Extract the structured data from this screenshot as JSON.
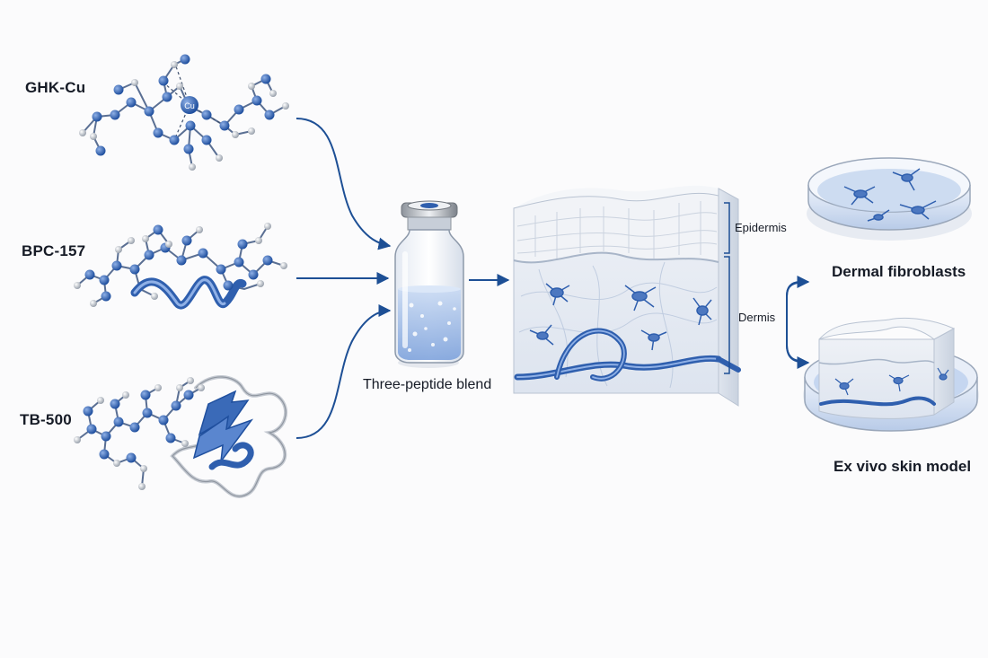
{
  "peptides": [
    {
      "label": "GHK-Cu",
      "metal": "Cu"
    },
    {
      "label": "BPC-157"
    },
    {
      "label": "TB-500"
    }
  ],
  "vial": {
    "label": "Three-peptide blend"
  },
  "skin": {
    "layers": [
      {
        "label": "Epidermis"
      },
      {
        "label": "Dermis"
      }
    ]
  },
  "outputs": [
    {
      "label": "Dermal fibroblasts"
    },
    {
      "label": "Ex vivo skin model"
    }
  ],
  "colors": {
    "arrow": "#1d4f95",
    "molecule": "#3a6ab8",
    "atom_light": "#c9ced6",
    "tissue": "#e9edf5",
    "cell": "#4d78c0"
  }
}
